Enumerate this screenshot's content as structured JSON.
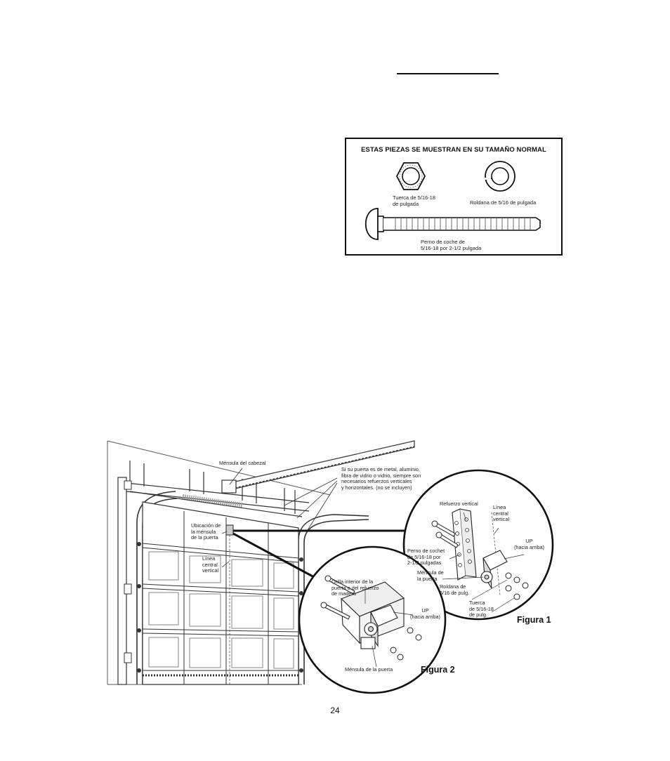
{
  "parts_box": {
    "heading": "ESTAS PIEZAS SE MUESTRAN EN SU TAMAÑO NORMAL",
    "nut_caption": [
      "Tuerca de 5/16-18",
      "de pulgada"
    ],
    "washer_caption": [
      "Roldana de 5/16 de pulgada"
    ],
    "bolt_caption": [
      "Perno de coche de",
      "5/16-18 por 2-1/2 pulgada"
    ]
  },
  "diagram": {
    "labels": {
      "header_bracket": [
        "Ménsula del cabezal"
      ],
      "reinforcement_note": [
        "Si su puerta es de metal, aluminio,",
        "fibra de vidrio o vidrio, siempre son",
        "necesarios refuerzos verticales",
        "y horizontales. (no se incluyen)"
      ],
      "bracket_location": [
        "Ubicación de",
        "la ménsula",
        "de la puerta"
      ],
      "center_line_main": [
        "Línea",
        "central",
        "vertical"
      ],
      "vertical_reinforcement": [
        "Refuerzo vertical"
      ],
      "center_line_fig1": [
        "Línea",
        "central",
        "vertical"
      ],
      "up_fig1": [
        "UP",
        "(hacia arriba)"
      ],
      "bolt_fig1": [
        "Perno de cochet",
        "de 5/16-18 por",
        "2-1/2 pulgadas"
      ],
      "door_bracket_fig1": [
        "Ménsula de",
        "la puerta"
      ],
      "washer_fig1": [
        "Roldana de",
        "5/16 de pulg."
      ],
      "nut_fig1": [
        "Tuerca",
        "de 5/16-18",
        "de pulg."
      ],
      "inner_edge_fig2": [
        "Orilla interior de la",
        "puerta o del refuerzo",
        "de madera"
      ],
      "up_fig2": [
        "UP",
        "(hacia arriba)"
      ],
      "door_bracket_fig2": [
        "Ménsula de la puerta"
      ]
    },
    "figure1": "Figura 1",
    "figure2": "Figura 2"
  },
  "page_number": "24"
}
